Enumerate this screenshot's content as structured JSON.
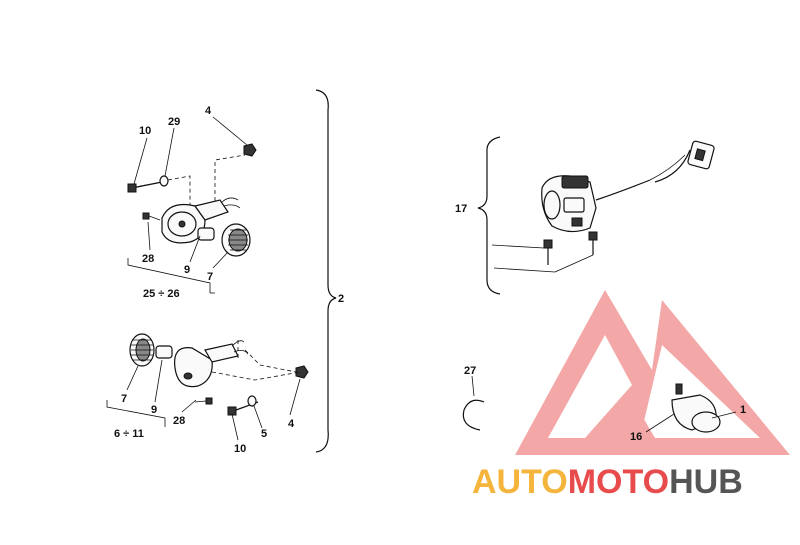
{
  "labels": {
    "l1": "1",
    "l2": "2",
    "l4a": "4",
    "l4b": "4",
    "l5": "5",
    "l6_11": "6 ÷ 11",
    "l7a": "7",
    "l7b": "7",
    "l9a": "9",
    "l9b": "9",
    "l10a": "10",
    "l10b": "10",
    "l16": "16",
    "l17": "17",
    "l25_26": "25 ÷ 26",
    "l27": "27",
    "l28a": "28",
    "l28b": "28",
    "l29": "29"
  },
  "watermark": {
    "part1": "AUTO",
    "part2": "MOTO",
    "part3": "HUB",
    "color_orange": "#f5b53c",
    "color_red": "#e84b4b",
    "color_gray": "#555555"
  }
}
